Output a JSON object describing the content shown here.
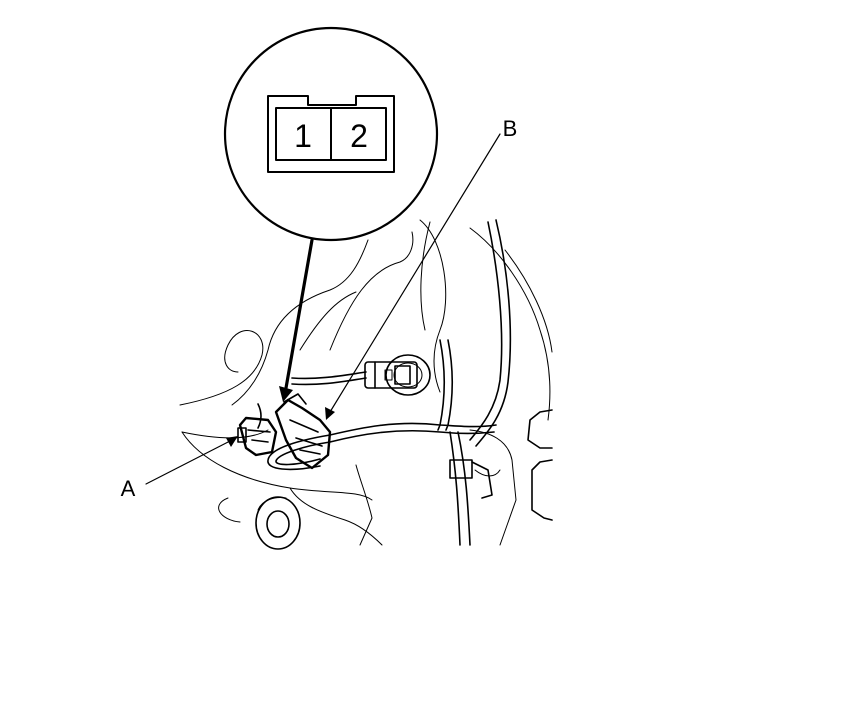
{
  "figure": {
    "callouts": [
      {
        "id": "A",
        "label": "A"
      },
      {
        "id": "B",
        "label": "B"
      }
    ],
    "connector_face": {
      "pins": [
        "1",
        "2"
      ]
    }
  }
}
